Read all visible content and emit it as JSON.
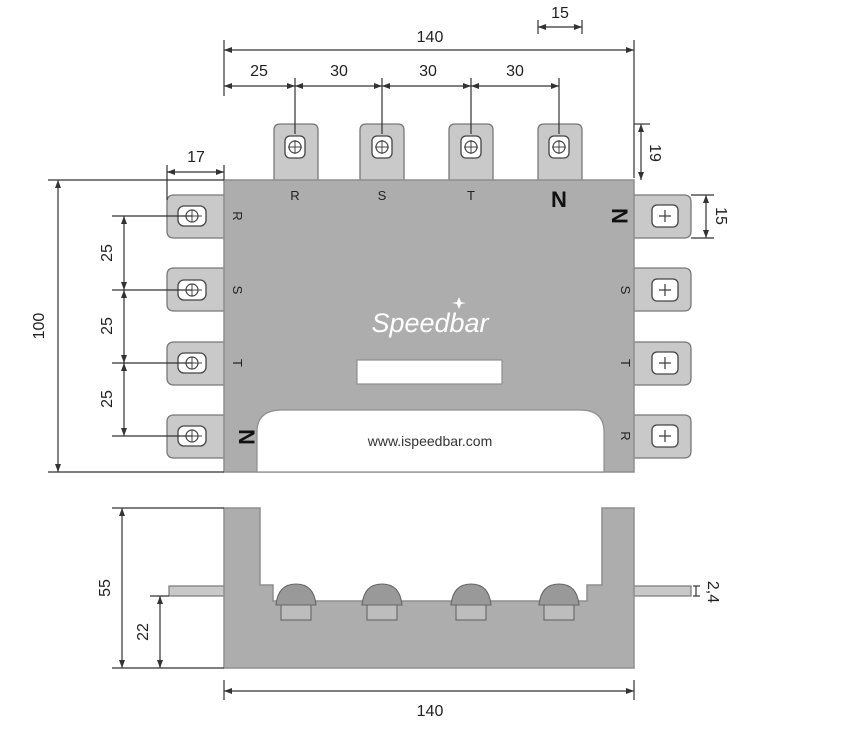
{
  "dimensions": {
    "overall_width_top": "140",
    "spacing_first": "25",
    "spacing_2": "30",
    "spacing_3": "30",
    "spacing_4": "30",
    "tab_width": "15",
    "tab_height_top": "19",
    "tab_length_left": "17",
    "tab_width_right": "15",
    "overall_height": "100",
    "left_spacing_1": "25",
    "left_spacing_2": "25",
    "left_spacing_3": "25",
    "side_height": "55",
    "side_tab_height": "22",
    "side_tab_thickness": "2,4",
    "overall_width_bottom": "140"
  },
  "labels": {
    "top": [
      "R",
      "S",
      "T",
      "N"
    ],
    "left": [
      "R",
      "S",
      "T",
      "N"
    ],
    "right": [
      "N",
      "S",
      "T",
      "R"
    ]
  },
  "brand": {
    "logo_text": "Speedbar",
    "website": "www.ispeedbar.com"
  },
  "colors": {
    "body": "#adadad",
    "tab": "#c9c9c9",
    "window": "#ffffff",
    "dome": "#999999",
    "line": "#333333"
  }
}
